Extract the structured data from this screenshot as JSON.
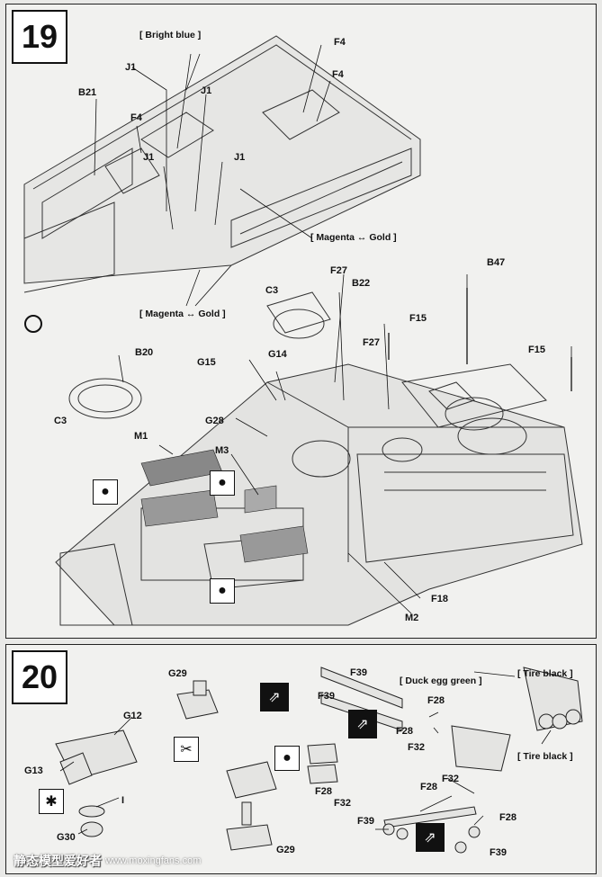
{
  "steps": {
    "s19": "19",
    "s20": "20"
  },
  "step19": {
    "colors": {
      "bright_blue": "[ Bright blue ]",
      "magenta_gold_right": "[ Magenta ↔ Gold ]",
      "magenta_gold_left": "[ Magenta ↔ Gold ]"
    },
    "parts": {
      "f4_top": "F4",
      "f4_mid": "F4",
      "f4_left": "F4",
      "j1_a": "J1",
      "j1_b": "J1",
      "j1_c": "J1",
      "j1_d": "J1",
      "b21": "B21",
      "f27_top": "F27",
      "f27_bot": "F27",
      "b22": "B22",
      "c3_top": "C3",
      "c3_left": "C3",
      "b47": "B47",
      "f15_mid": "F15",
      "f15_right": "F15",
      "b20": "B20",
      "g14": "G14",
      "g15": "G15",
      "g28": "G28",
      "m1": "M1",
      "m3": "M3",
      "f18": "F18",
      "m2": "M2"
    }
  },
  "step20": {
    "colors": {
      "duck_egg": "[ Duck egg green ]",
      "tire_black_top": "[ Tire black ]",
      "tire_black_bot": "[ Tire black ]"
    },
    "parts": {
      "g29_top": "G29",
      "g29_bot": "G29",
      "g12": "G12",
      "g13": "G13",
      "i": "I",
      "g30": "G30",
      "f39_a": "F39",
      "f39_b": "F39",
      "f39_c": "F39",
      "f39_d": "F39",
      "f28_a": "F28",
      "f28_b": "F28",
      "f28_c": "F28",
      "f28_d": "F28",
      "f28_e": "F28",
      "f32_a": "F32",
      "f32_b": "F32",
      "f32_c": "F32"
    }
  },
  "watermark": {
    "text": "静态模型爱好者",
    "url": "www.moxingfans.com"
  },
  "icons": {
    "glue": "glue-icon",
    "cement": "cement-drop-icon",
    "cut": "cut-icon",
    "flip": "flip-arrow-icon"
  }
}
